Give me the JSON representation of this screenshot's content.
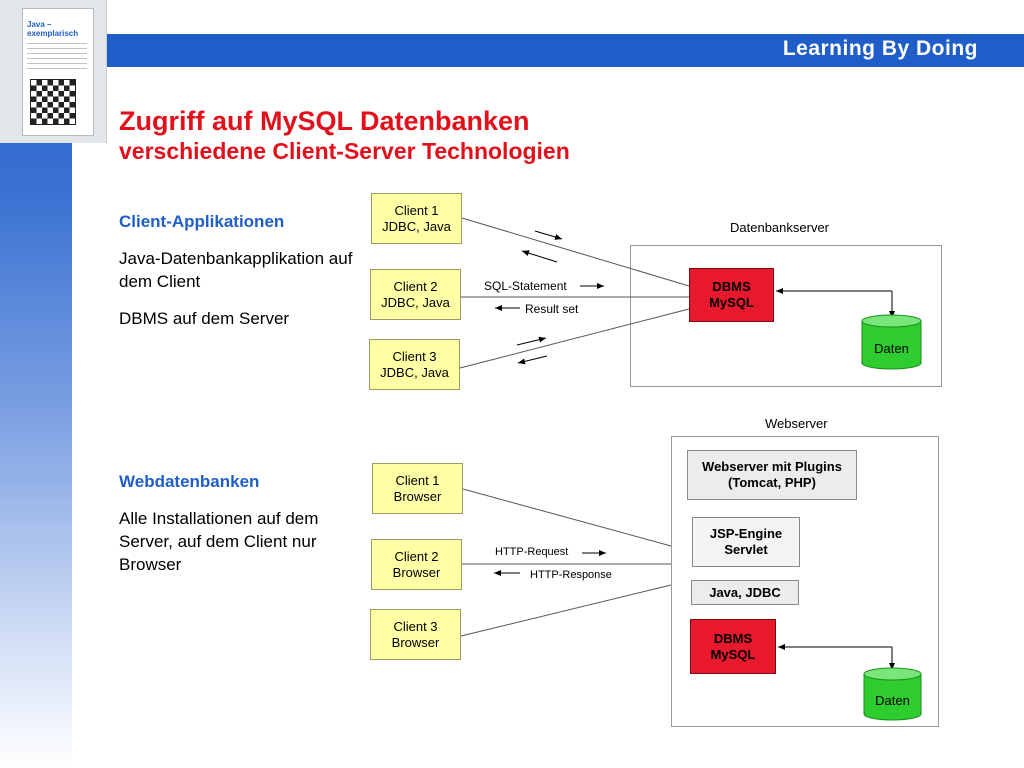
{
  "header": {
    "tagline": "Learning By Doing"
  },
  "book": {
    "cover_title": "Java – exemplarisch"
  },
  "title": {
    "line1": "Zugriff auf MySQL Datenbanken",
    "line2": "verschiedene Client-Server Technologien"
  },
  "section1": {
    "heading": "Client-Applikationen",
    "text1": "Java-Datenbankapplikation auf dem Client",
    "text2": "DBMS auf dem Server"
  },
  "section2": {
    "heading": "Webdatenbanken",
    "text1": "Alle Installationen auf dem Server, auf dem Client nur Browser"
  },
  "diagram1": {
    "server_label": "Datenbankserver",
    "clients": [
      {
        "line1": "Client 1",
        "line2": "JDBC, Java"
      },
      {
        "line1": "Client 2",
        "line2": "JDBC, Java"
      },
      {
        "line1": "Client 3",
        "line2": "JDBC, Java"
      }
    ],
    "request_label": "SQL-Statement",
    "response_label": "Result set",
    "dbms_line1": "DBMS",
    "dbms_line2": "MySQL",
    "db_label": "Daten"
  },
  "diagram2": {
    "server_label": "Webserver",
    "clients": [
      {
        "line1": "Client 1",
        "line2": "Browser"
      },
      {
        "line1": "Client 2",
        "line2": "Browser"
      },
      {
        "line1": "Client 3",
        "line2": "Browser"
      }
    ],
    "request_label": "HTTP-Request",
    "response_label": "HTTP-Response",
    "plugins_line1": "Webserver mit Plugins",
    "plugins_line2": "(Tomcat, PHP)",
    "jsp_line1": "JSP-Engine",
    "jsp_line2": "Servlet",
    "jdbc_label": "Java, JDBC",
    "dbms_line1": "DBMS",
    "dbms_line2": "MySQL",
    "db_label": "Daten"
  },
  "colors": {
    "brand_blue": "#1f5ec8",
    "title_red": "#e2101a",
    "client_yellow": "#ffffa6",
    "dbms_red": "#e8192d",
    "db_green": "#2ecc2e"
  }
}
